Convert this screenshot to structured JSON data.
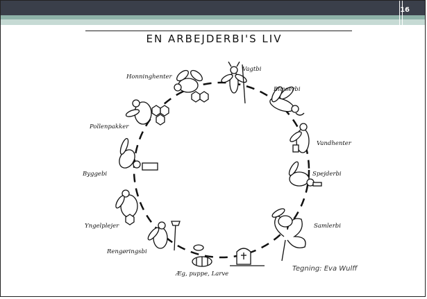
{
  "slide": {
    "page_number": "16",
    "title": "EN ARBEJDERBI'S LIV",
    "credit": "Tegning: Eva Wulff",
    "colors": {
      "bar_dark": "#3a3f4a",
      "bar_accent": "#8fb3a9",
      "bar_light": "#c6dad4"
    }
  },
  "stages": {
    "vagtbi": "Vagtbi",
    "honninghenter": "Honninghenter",
    "blaeserbi": "Blæserbi",
    "pollenpakker": "Pollenpakker",
    "vandhenter": "Vandhenter",
    "spejderbi": "Spejderbi",
    "byggebi": "Byggebi",
    "samlerbi": "Samlerbi",
    "yngelplejer": "Yngelplejer",
    "rengoringsbi": "Rengøringsbi",
    "aeg_puppe_larve": "Æg, puppe, Larve"
  }
}
